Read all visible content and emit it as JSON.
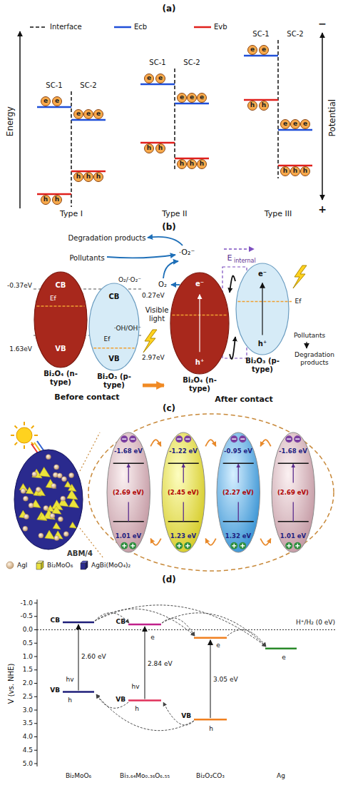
{
  "diagram": {
    "nodes": [
      {
        "text": [
          "CB",
          "Ef",
          "VB",
          "Bi₂O₄ (n-type)"
        ]
      },
      {
        "text": [
          "CB",
          "Ef",
          "VB",
          "Bi₂O₃ (p-type)"
        ]
      },
      {
        "text": [
          "e⁻",
          "h⁺",
          "Bi₂O₄ (n-type)"
        ]
      },
      {
        "text": [
          "e⁻",
          "h⁺",
          "Ef",
          "Bi₂O₃ (p-type)"
        ]
      },
      {
        "text": [
          "-1.68 eV",
          "(2.69 eV)",
          "1.01 eV"
        ]
      },
      {
        "text": [
          "-1.22 eV",
          "(2.45 eV)",
          "1.23 eV"
        ]
      },
      {
        "text": [
          "-0.95 eV",
          "(2.27 eV)",
          "1.32 eV"
        ]
      },
      {
        "text": [
          "-1.68 eV",
          "(2.69 eV)",
          "1.01 eV"
        ]
      }
    ],
    "edges": [
      {
        "from": 3,
        "to": 2,
        "arrow": "to"
      },
      {
        "from": 2,
        "to": 3,
        "arrow": "to"
      },
      {
        "from": 4,
        "to": 5,
        "arrow": "to"
      },
      {
        "from": 5,
        "to": 6,
        "arrow": "to"
      },
      {
        "from": 7,
        "to": 6,
        "arrow": "to"
      },
      {
        "from": 6,
        "to": 5,
        "arrow": "to"
      },
      {
        "from": 5,
        "to": 4,
        "arrow": "to"
      },
      {
        "from": 6,
        "to": 7,
        "arrow": "to"
      }
    ],
    "labels": [
      "(a)",
      "Energy",
      "Potential",
      "−",
      "+",
      "SC-1",
      "SC-2",
      "e",
      "e",
      "e",
      "e",
      "e",
      "h",
      "h",
      "h",
      "h",
      "h",
      "Type I",
      "SC-1",
      "SC-2",
      "e",
      "e",
      "e",
      "e",
      "e",
      "h",
      "h",
      "h",
      "h",
      "h",
      "Type II",
      "SC-1",
      "SC-2",
      "e",
      "e",
      "e",
      "e",
      "e",
      "h",
      "h",
      "h",
      "h",
      "h",
      "Type III",
      "(b)",
      "Degradation products",
      "Pollutants",
      "·O₂⁻",
      "O₂",
      "Visible light",
      "E",
      "internal",
      "-0.37eV",
      "1.63eV",
      "0.27eV",
      "2.97eV",
      "O₂/·O₂⁻",
      "·OH/OH⁻",
      "Before contact",
      "After contact",
      "Pollutants",
      "Degradation products",
      "(c)",
      "ABM/4",
      "(d)",
      "V (vs. NHE)",
      "-1.0",
      "-0.5",
      "0.0",
      "0.5",
      "1.0",
      "1.5",
      "2.0",
      "2.5",
      "3.0",
      "3.5",
      "4.0",
      "4.5",
      "5.0",
      "CB",
      "VB",
      "hv",
      "h",
      "2.60 eV",
      "CB",
      "e",
      "VB",
      "hv",
      "h",
      "2.84 eV",
      "e",
      "VB",
      "h",
      "3.05 eV",
      "e",
      "H⁺/H₂ (0 eV)",
      "Bi₂MoO₆",
      "Bi₃.₆₄Mo₀.₃₆O₆.₅₅",
      "Bi₂O₂CO₃",
      "Ag"
    ],
    "legend": [
      {
        "text": "Interface"
      },
      {
        "text": "Ecb"
      },
      {
        "text": "Evb"
      },
      {
        "text": "AgI"
      },
      {
        "text": "Bi₂MoO₆"
      },
      {
        "text": "AgBi(MoO₄)₂"
      }
    ]
  }
}
